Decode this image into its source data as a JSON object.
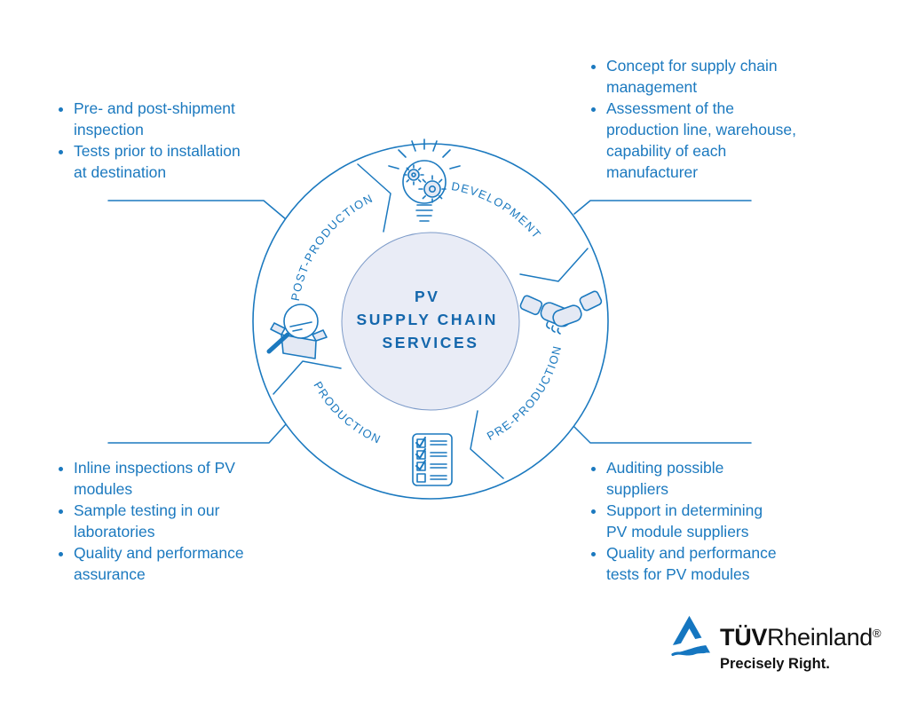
{
  "center": {
    "line1": "PV",
    "line2": "SUPPLY CHAIN",
    "line3": "SERVICES"
  },
  "ring": {
    "post_production": "POST-PRODUCTION",
    "development": "DEVELOPMENT",
    "pre_production": "PRE-PRODUCTION",
    "production": "PRODUCTION",
    "icons": {
      "development": "lightbulb-gears-icon",
      "pre_production": "handshake-icon",
      "production": "checklist-icon",
      "post_production": "magnifier-box-icon"
    }
  },
  "callouts": {
    "top_left": {
      "items": [
        "Pre- and post-shipment\ninspection",
        "Tests prior to installation\nat destination"
      ]
    },
    "top_right": {
      "items": [
        "Concept for supply chain\nmanagement",
        "Assessment of the\nproduction line, warehouse,\ncapability of each\nmanufacturer"
      ]
    },
    "bottom_left": {
      "items": [
        "Inline inspections of PV\nmodules",
        "Sample testing in our\nlaboratories",
        "Quality and performance\nassurance"
      ]
    },
    "bottom_right": {
      "items": [
        "Auditing possible\nsuppliers",
        "Support in determining\nPV module suppliers",
        "Quality and performance\ntests for PV modules"
      ]
    }
  },
  "logo": {
    "brand_bold": "TÜV",
    "brand_rest": "Rheinland",
    "registered": "®",
    "tagline": "Precisely Right."
  },
  "colors": {
    "primary_blue": "#1b79bf",
    "dark_blue": "#1467ac",
    "light_fill": "#e9ecf6",
    "icon_fill": "#e4e9f4",
    "logo_blue": "#1576c0",
    "ink": "#111111"
  }
}
